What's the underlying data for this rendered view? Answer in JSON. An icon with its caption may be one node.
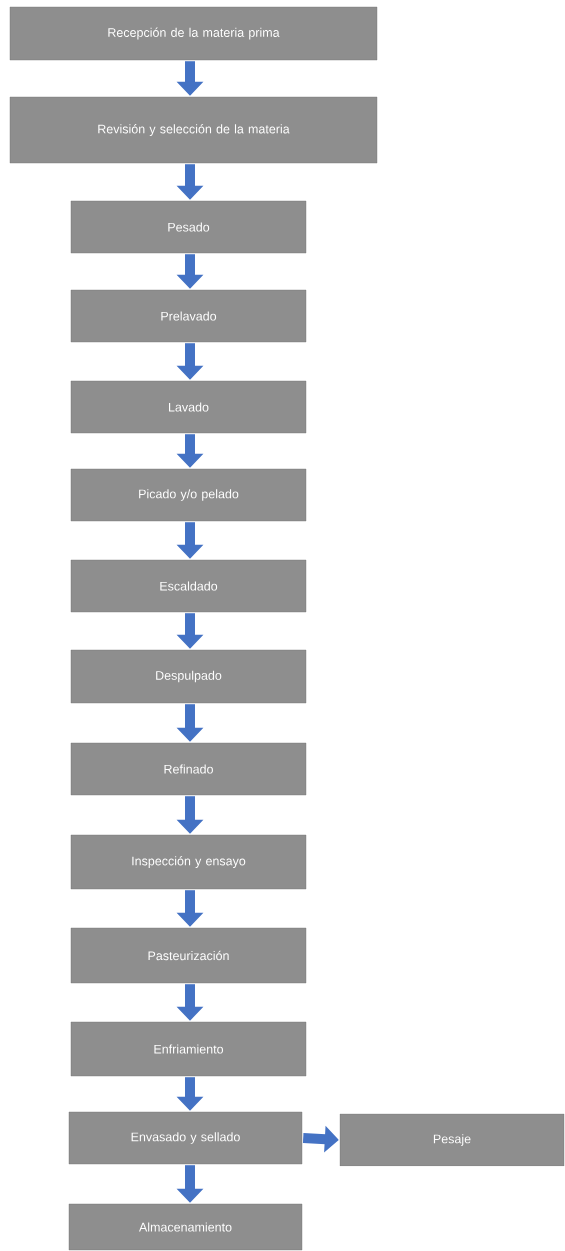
{
  "diagram": {
    "nodes": [
      {
        "text": [
          "Recepción de la materia prima"
        ]
      },
      {
        "text": [
          "Revisión y selección de la materia"
        ]
      },
      {
        "text": [
          "Pesado"
        ]
      },
      {
        "text": [
          "Prelavado"
        ]
      },
      {
        "text": [
          "Lavado"
        ]
      },
      {
        "text": [
          "Picado y/o pelado"
        ]
      },
      {
        "text": [
          "Escaldado"
        ]
      },
      {
        "text": [
          "Despulpado"
        ]
      },
      {
        "text": [
          "Refinado"
        ]
      },
      {
        "text": [
          "Inspección y ensayo"
        ]
      },
      {
        "text": [
          "Pasteurización"
        ]
      },
      {
        "text": [
          "Enfriamiento"
        ]
      },
      {
        "text": [
          "Envasado y sellado"
        ]
      },
      {
        "text": [
          "Pesaje"
        ]
      },
      {
        "text": [
          "Almacenamiento"
        ]
      }
    ],
    "edges": [
      {
        "from": 0,
        "to": 1,
        "arrow": "to"
      },
      {
        "from": 1,
        "to": 2,
        "arrow": "to"
      },
      {
        "from": 2,
        "to": 3,
        "arrow": "to"
      },
      {
        "from": 3,
        "to": 4,
        "arrow": "to"
      },
      {
        "from": 4,
        "to": 5,
        "arrow": "to"
      },
      {
        "from": 5,
        "to": 6,
        "arrow": "to"
      },
      {
        "from": 6,
        "to": 7,
        "arrow": "to"
      },
      {
        "from": 7,
        "to": 8,
        "arrow": "to"
      },
      {
        "from": 8,
        "to": 9,
        "arrow": "to"
      },
      {
        "from": 9,
        "to": 10,
        "arrow": "to"
      },
      {
        "from": 10,
        "to": 11,
        "arrow": "to"
      },
      {
        "from": 11,
        "to": 12,
        "arrow": "to"
      },
      {
        "from": 12,
        "to": 13,
        "arrow": "to"
      },
      {
        "from": 12,
        "to": 14,
        "arrow": "to"
      }
    ]
  }
}
